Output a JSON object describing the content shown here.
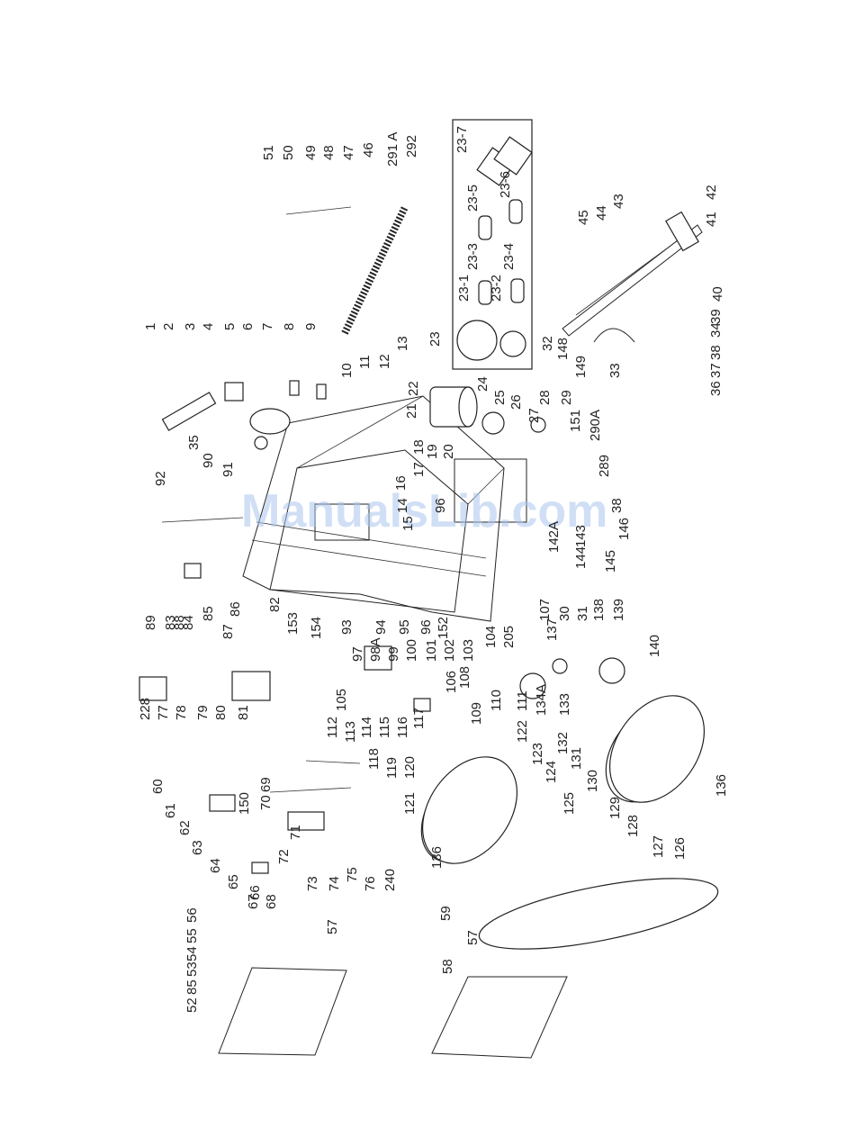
{
  "watermark": "ManualsLib.com",
  "inset_labels": [
    "23-7",
    "23-5",
    "23-6",
    "23-3",
    "23-4",
    "23-1",
    "23-2"
  ],
  "part_labels": [
    "1",
    "2",
    "3",
    "4",
    "5",
    "6",
    "7",
    "8",
    "9",
    "10",
    "11",
    "12",
    "13",
    "17",
    "18",
    "19",
    "20",
    "21",
    "22",
    "23",
    "24",
    "25",
    "26",
    "27",
    "28",
    "29",
    "16",
    "14",
    "15",
    "96",
    "151",
    "290A",
    "289",
    "38",
    "146",
    "145",
    "144",
    "143",
    "142A",
    "46",
    "47",
    "48",
    "49",
    "50",
    "51",
    "291 A",
    "292",
    "43",
    "44",
    "45",
    "42",
    "41",
    "40",
    "32",
    "148",
    "149",
    "33",
    "34",
    "39",
    "38",
    "37",
    "36",
    "35",
    "90",
    "91",
    "92",
    "89",
    "83",
    "84",
    "85",
    "86",
    "87",
    "88",
    "228",
    "77",
    "78",
    "79",
    "80",
    "81",
    "82",
    "153",
    "154",
    "93",
    "94",
    "95",
    "96",
    "97",
    "98A",
    "99",
    "100",
    "101",
    "102",
    "103",
    "104",
    "152",
    "205",
    "106",
    "107",
    "30",
    "137",
    "31",
    "138",
    "139",
    "140",
    "133",
    "134A",
    "111",
    "110",
    "109",
    "108",
    "105",
    "112",
    "113",
    "114",
    "115",
    "116",
    "117",
    "118",
    "119",
    "120",
    "121",
    "122",
    "123",
    "124",
    "125",
    "60",
    "61",
    "62",
    "63",
    "64",
    "65",
    "66",
    "150",
    "67",
    "68",
    "69",
    "70",
    "71",
    "72",
    "73",
    "74",
    "75",
    "76",
    "240",
    "132",
    "131",
    "130",
    "129",
    "128",
    "127",
    "126",
    "136",
    "136",
    "56",
    "55",
    "54",
    "53",
    "85",
    "57",
    "52",
    "59",
    "57",
    "58"
  ]
}
